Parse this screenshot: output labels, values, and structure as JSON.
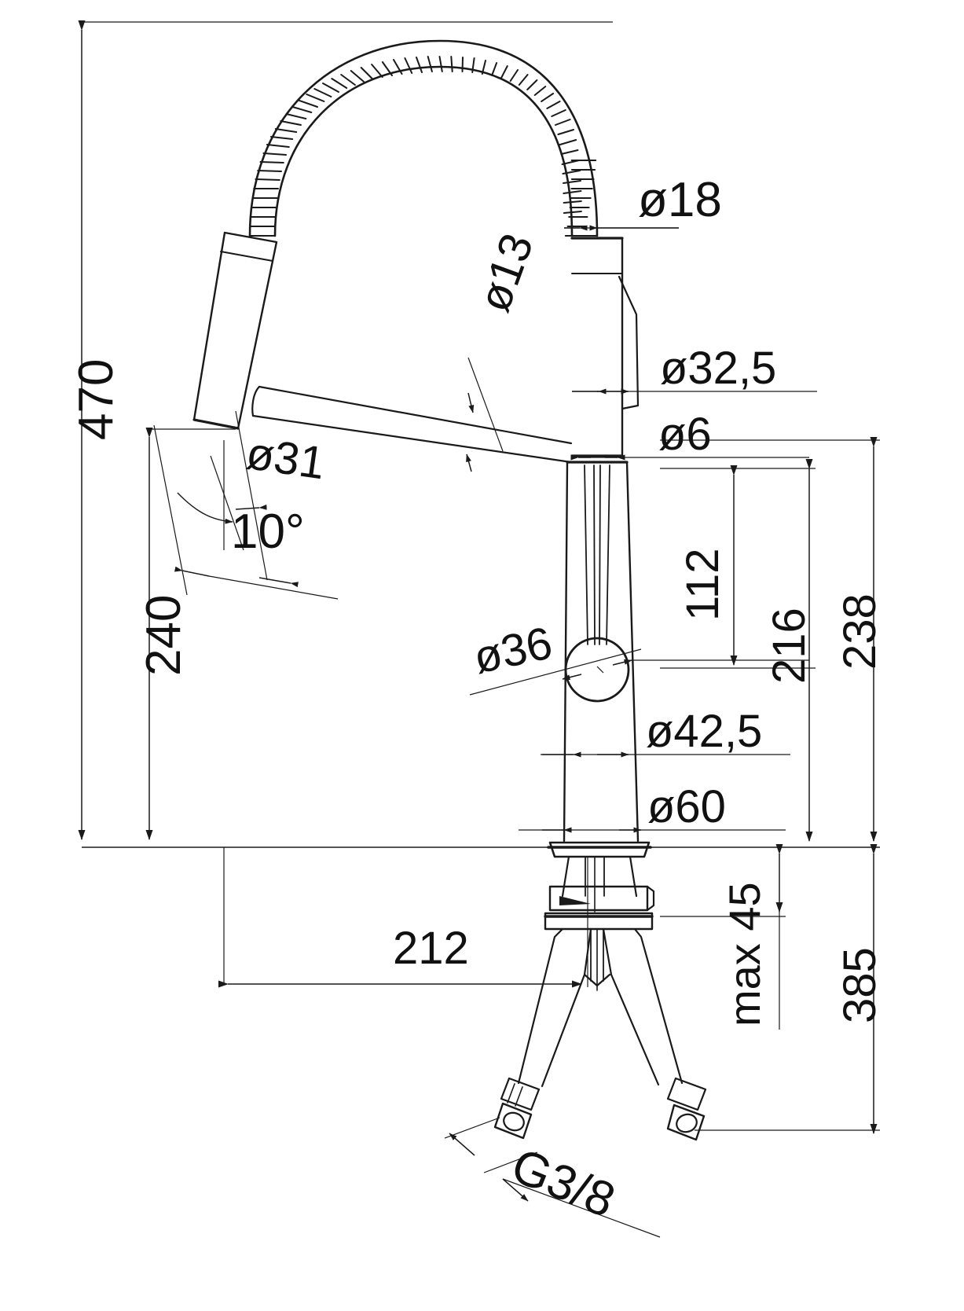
{
  "drawing": {
    "type": "technical-dimension-drawing",
    "subject": "Pull-out spring kitchen mixer tap",
    "units": "mm",
    "background_color": "#ffffff",
    "line_color": "#1a1a1a"
  },
  "dimensions": {
    "overall_height": "470",
    "spout_height": "240",
    "hose_outer_diameter": "ø18",
    "body_top_diameter": "ø32,5",
    "aerator_diameter": "ø31",
    "hose_inner_diameter": "ø13",
    "swivel_offset": "ø6",
    "spray_head_angle": "10°",
    "lever_pivot_diameter": "ø36",
    "body_mid_diameter": "ø42,5",
    "base_flange_diameter": "ø60",
    "lever_height": "112",
    "body_height": "216",
    "spout_outlet_height": "238",
    "spout_reach": "212",
    "max_worktop_thickness": "max 45",
    "hose_length_below": "385",
    "connection_thread": "G3/8"
  }
}
